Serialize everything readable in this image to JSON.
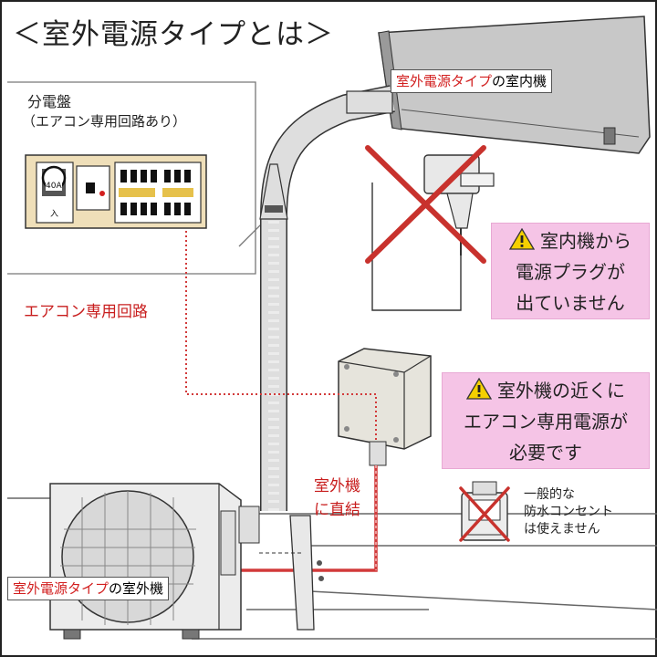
{
  "title": "＜室外電源タイプとは＞",
  "panel": {
    "label": "分電盤",
    "sublabel": "（エアコン専用回路あり）",
    "breaker_rating": "40A",
    "breaker_state": "入"
  },
  "indoor_unit_tag": {
    "highlight": "室外電源タイプ",
    "rest": "の室内機"
  },
  "outdoor_unit_tag": {
    "highlight": "室外電源タイプ",
    "rest": "の室外機"
  },
  "circuit_label": "エアコン専用回路",
  "direct_label": [
    "室外機",
    "に直結"
  ],
  "warning_indoor": [
    "室内機から",
    "電源プラグが",
    "出ていません"
  ],
  "warning_outdoor": [
    "室外機の近くに",
    "エアコン専用電源が",
    "必要です"
  ],
  "outlet_note": [
    "一般的な",
    "防水コンセント",
    "は使えません"
  ],
  "colors": {
    "accent_pink": "#f5c4e6",
    "cross_red": "#c8322d",
    "wire_red": "#d23a3a",
    "warning_yellow": "#f5d000"
  },
  "icons": [
    "warning-icon",
    "cross-mark-icon",
    "power-plug-icon",
    "outlet-icon"
  ]
}
